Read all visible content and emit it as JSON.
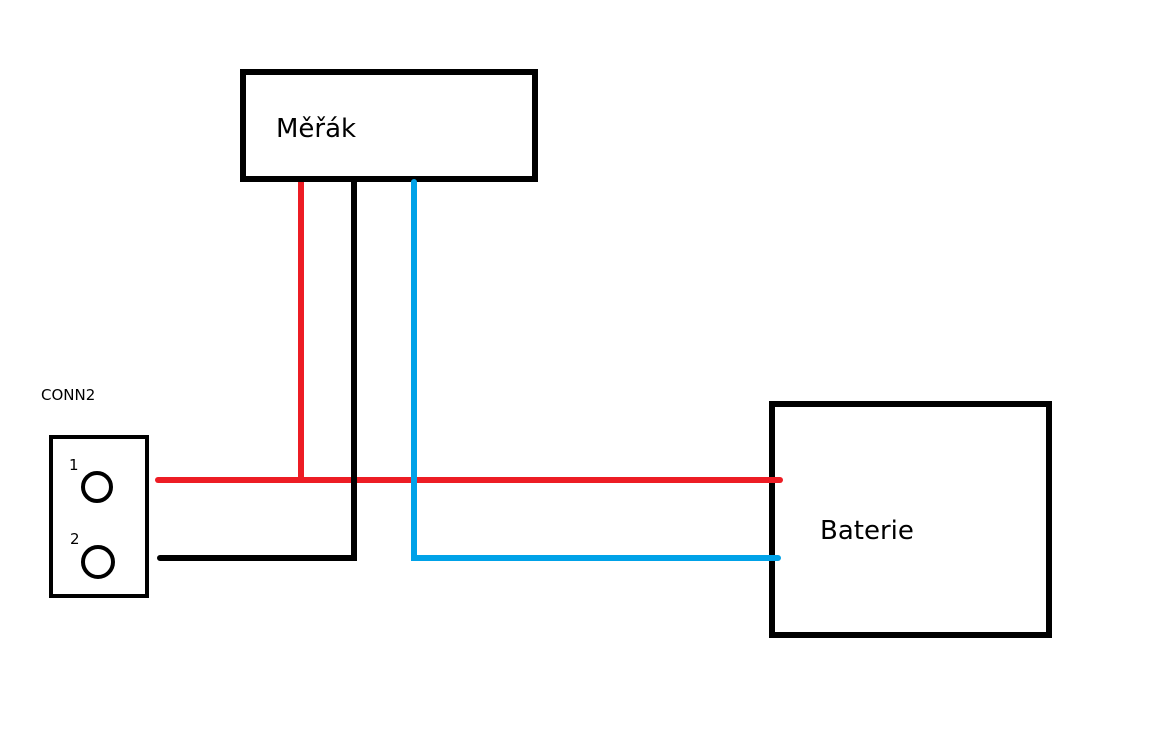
{
  "diagram": {
    "meter": {
      "label": "Měřák"
    },
    "battery": {
      "label": "Baterie"
    },
    "connector": {
      "label": "CONN2",
      "pins": [
        "1",
        "2"
      ]
    },
    "colors": {
      "outline": "#000000",
      "wire_red": "#ed1c24",
      "wire_black": "#000000",
      "wire_blue": "#00a2e8",
      "background": "#ffffff"
    }
  }
}
